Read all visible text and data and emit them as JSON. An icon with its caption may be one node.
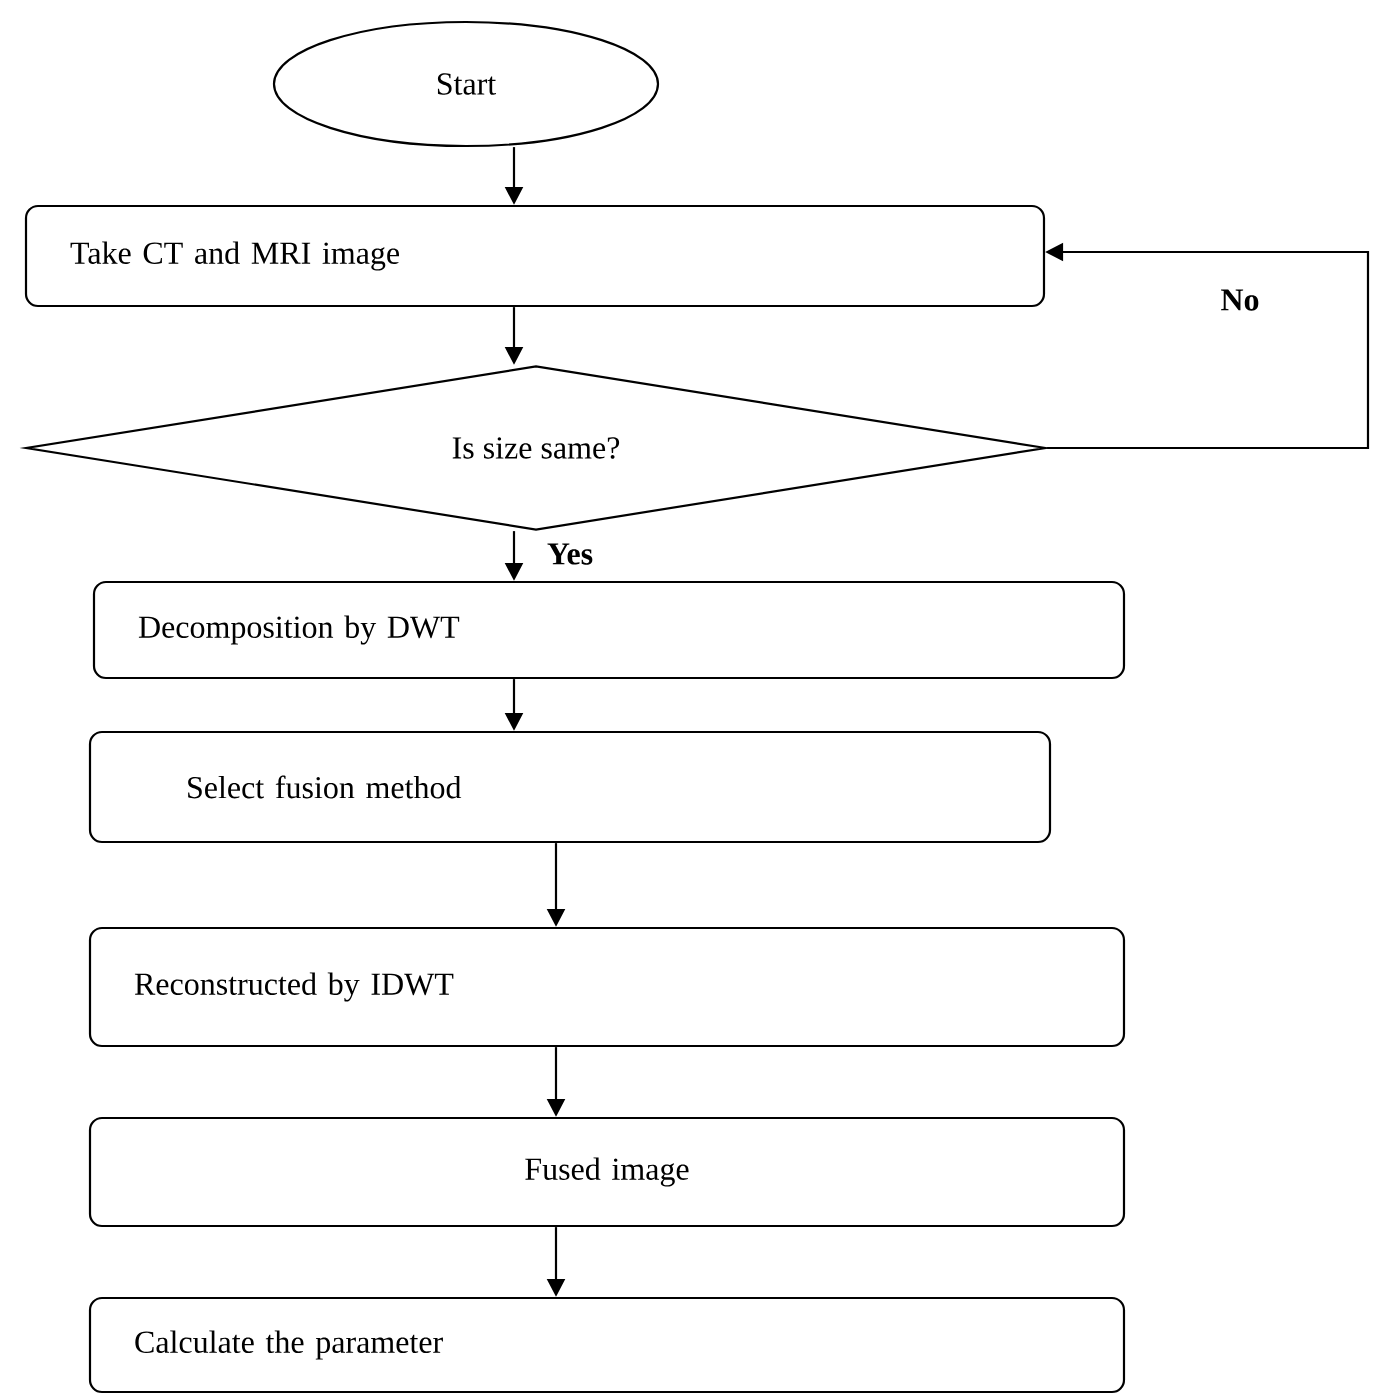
{
  "diagram": {
    "nodes": [
      {
        "text": [
          "Start"
        ]
      },
      {
        "text": [
          "Take CT and MRI image"
        ]
      },
      {
        "text": [
          "Is size same?"
        ]
      },
      {
        "text": [
          "Decomposition by DWT"
        ]
      },
      {
        "text": [
          "Select fusion method"
        ]
      },
      {
        "text": [
          "Reconstructed by IDWT"
        ]
      },
      {
        "text": [
          "Fused image"
        ]
      },
      {
        "text": [
          "Calculate the parameter"
        ]
      }
    ],
    "edges": [
      {
        "from": 0,
        "to": 1,
        "arrow": "to"
      },
      {
        "from": 1,
        "to": 2,
        "arrow": "to"
      },
      {
        "from": 2,
        "to": 3,
        "arrow": "to",
        "label": "Yes"
      },
      {
        "from": 3,
        "to": 4,
        "arrow": "to"
      },
      {
        "from": 4,
        "to": 5,
        "arrow": "to"
      },
      {
        "from": 5,
        "to": 6,
        "arrow": "to"
      },
      {
        "from": 6,
        "to": 7,
        "arrow": "to"
      },
      {
        "from": 2,
        "to": 1,
        "arrow": "to",
        "label": "No"
      }
    ]
  }
}
